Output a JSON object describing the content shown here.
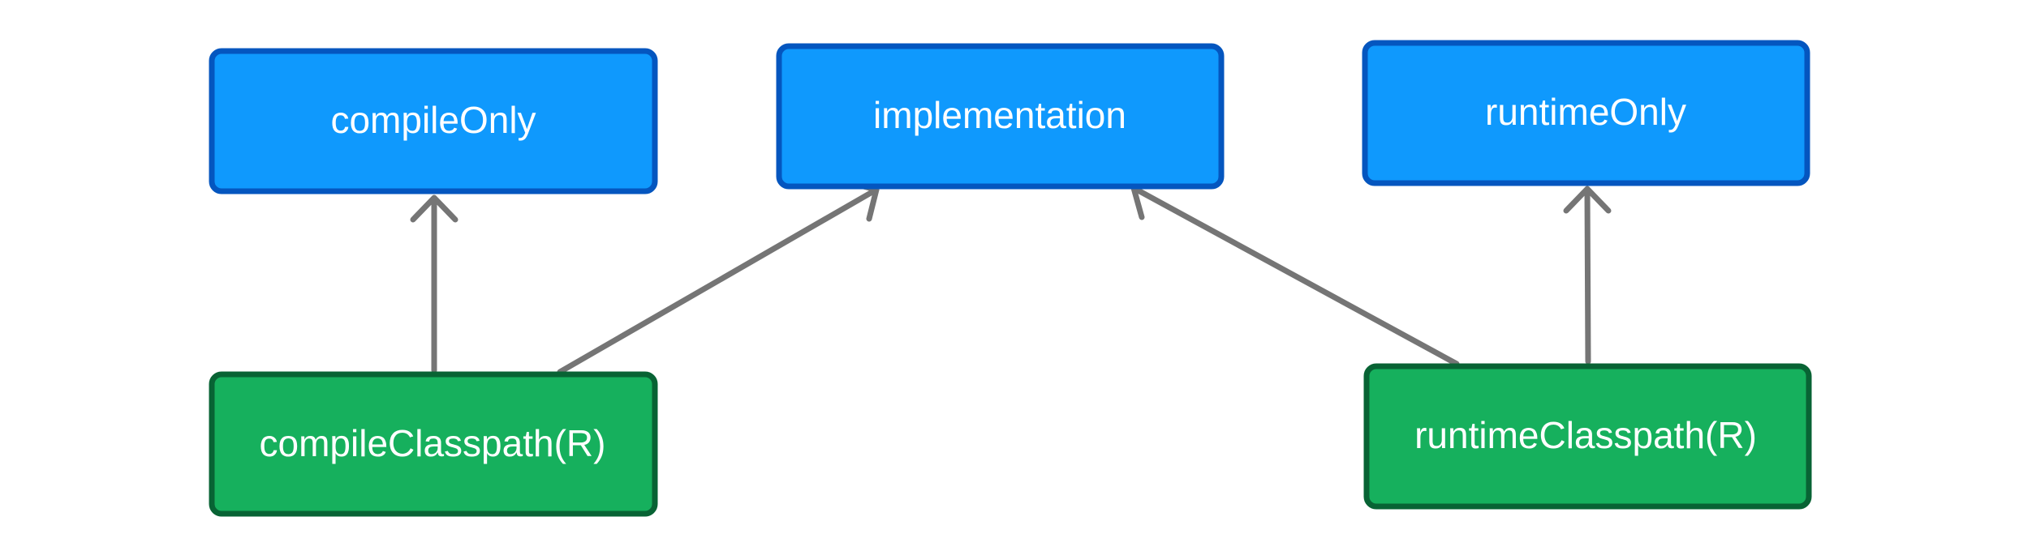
{
  "nodes": {
    "compile_only": {
      "label": "compileOnly",
      "color": "#0f99fd",
      "border": "#0456bf"
    },
    "implementation": {
      "label": "implementation",
      "color": "#0f99fd",
      "border": "#0456bf"
    },
    "runtime_only": {
      "label": "runtimeOnly",
      "color": "#0f99fd",
      "border": "#0456bf"
    },
    "compile_classpath": {
      "label": "compileClasspath(R)",
      "color": "#16b05d",
      "border": "#086334"
    },
    "runtime_classpath": {
      "label": "runtimeClasspath(R)",
      "color": "#16b05d",
      "border": "#086334"
    }
  },
  "edges": [
    {
      "from": "compileClasspath(R)",
      "to": "compileOnly"
    },
    {
      "from": "compileClasspath(R)",
      "to": "implementation"
    },
    {
      "from": "runtimeClasspath(R)",
      "to": "implementation"
    },
    {
      "from": "runtimeClasspath(R)",
      "to": "runtimeOnly"
    }
  ],
  "colors": {
    "arrow": "#757575",
    "background": "#ffffff"
  }
}
